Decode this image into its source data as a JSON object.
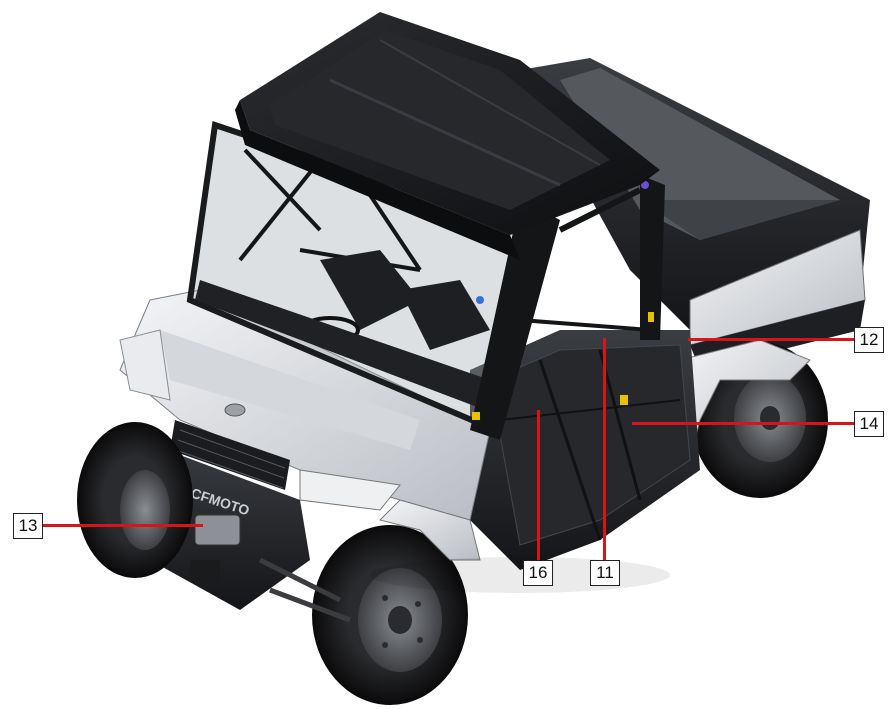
{
  "figure": {
    "subject": "utility-vehicle-side-by-side",
    "logo_text": "CFMOTO",
    "colors": {
      "leader": "#d8141b",
      "body_white": "#e4e6e9",
      "body_black": "#1a1c1f"
    }
  },
  "callouts": [
    {
      "id": "c11",
      "label": "11"
    },
    {
      "id": "c12",
      "label": "12"
    },
    {
      "id": "c13",
      "label": "13"
    },
    {
      "id": "c14",
      "label": "14"
    },
    {
      "id": "c16",
      "label": "16"
    }
  ]
}
